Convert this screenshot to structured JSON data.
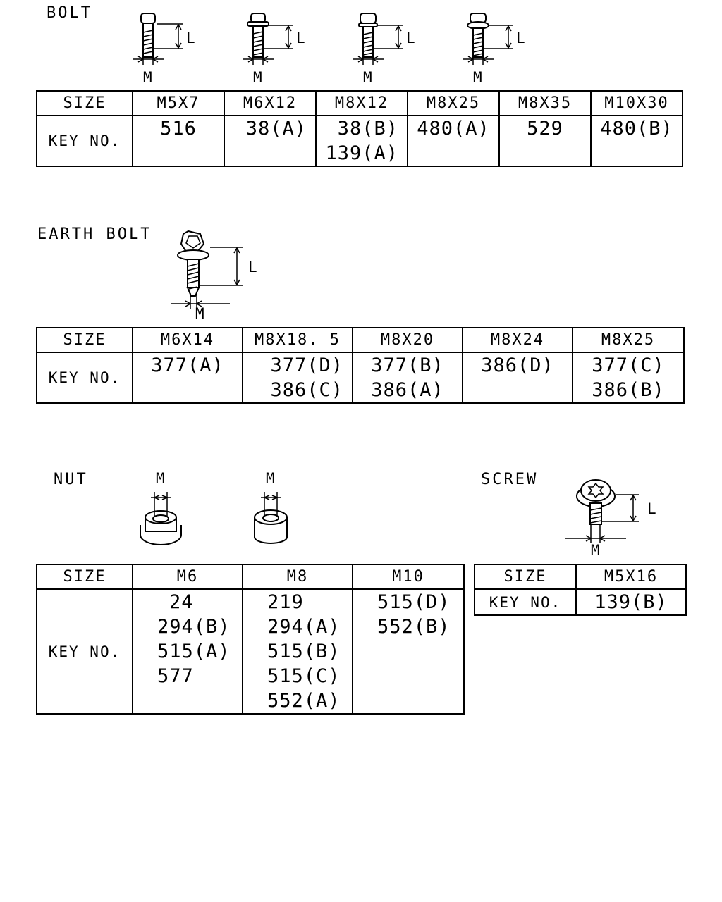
{
  "bolt": {
    "label": "BOLT",
    "dim_l": "L",
    "dim_m": "M",
    "table": {
      "size_header": "SIZE",
      "key_header": "KEY NO.",
      "sizes": [
        "M5X7",
        "M6X12",
        "M8X12",
        "M8X25",
        "M8X35",
        "M10X30"
      ],
      "keys": [
        [
          "516"
        ],
        [
          "38(A)"
        ],
        [
          "38(B)",
          "139(A)"
        ],
        [
          "480(A)"
        ],
        [
          "529"
        ],
        [
          "480(B)"
        ]
      ]
    }
  },
  "earth_bolt": {
    "label": "EARTH BOLT",
    "dim_l": "L",
    "dim_m": "M",
    "table": {
      "size_header": "SIZE",
      "key_header": "KEY NO.",
      "sizes": [
        "M6X14",
        "M8X18. 5",
        "M8X20",
        "M8X24",
        "M8X25"
      ],
      "keys": [
        [
          "377(A)"
        ],
        [
          "377(D)",
          "386(C)"
        ],
        [
          "377(B)",
          "386(A)"
        ],
        [
          "386(D)"
        ],
        [
          "377(C)",
          "386(B)"
        ]
      ]
    }
  },
  "nut": {
    "label": "NUT",
    "dim_m": "M",
    "table": {
      "size_header": "SIZE",
      "key_header": "KEY NO.",
      "sizes": [
        "M6",
        "M8",
        "M10"
      ],
      "keys": [
        [
          "24",
          "294(B)",
          "515(A)",
          "577"
        ],
        [
          "219",
          "294(A)",
          "515(B)",
          "515(C)",
          "552(A)"
        ],
        [
          "515(D)",
          "552(B)"
        ]
      ]
    }
  },
  "screw": {
    "label": "SCREW",
    "dim_l": "L",
    "dim_m": "M",
    "table": {
      "size_header": "SIZE",
      "key_header": "KEY NO.",
      "sizes": [
        "M5X16"
      ],
      "keys": [
        [
          "139(B)"
        ]
      ]
    }
  }
}
